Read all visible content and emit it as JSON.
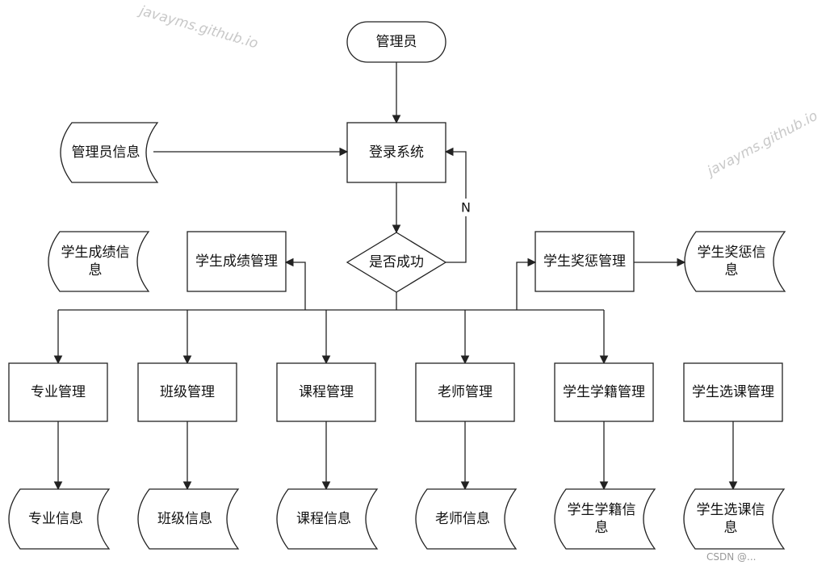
{
  "watermarks": [
    "javayms.github.io",
    "javayms.github.io"
  ],
  "footer_credit": "CSDN @...",
  "start": {
    "label": "管理员"
  },
  "login": {
    "label": "登录系统"
  },
  "decision": {
    "label": "是否成功",
    "no_label": "N"
  },
  "inputs": {
    "admin_info": "管理员信息",
    "score_info": [
      "学生成绩信",
      "息"
    ]
  },
  "mid_processes": {
    "score_mgmt": "学生成绩管理",
    "reward_mgmt": "学生奖惩管理"
  },
  "reward_info": [
    "学生奖惩信",
    "息"
  ],
  "modules": [
    {
      "name": "专业管理",
      "doc": [
        "专业信息"
      ]
    },
    {
      "name": "班级管理",
      "doc": [
        "班级信息"
      ]
    },
    {
      "name": "课程管理",
      "doc": [
        "课程信息"
      ]
    },
    {
      "name": "老师管理",
      "doc": [
        "老师信息"
      ]
    },
    {
      "name": "学生学籍管理",
      "doc": [
        "学生学籍信",
        "息"
      ]
    },
    {
      "name": "学生选课管理",
      "doc": [
        "学生选课信",
        "息"
      ]
    }
  ],
  "colors": {
    "stroke": "#222222",
    "text": "#111111",
    "watermark": "#c8c8c8"
  }
}
